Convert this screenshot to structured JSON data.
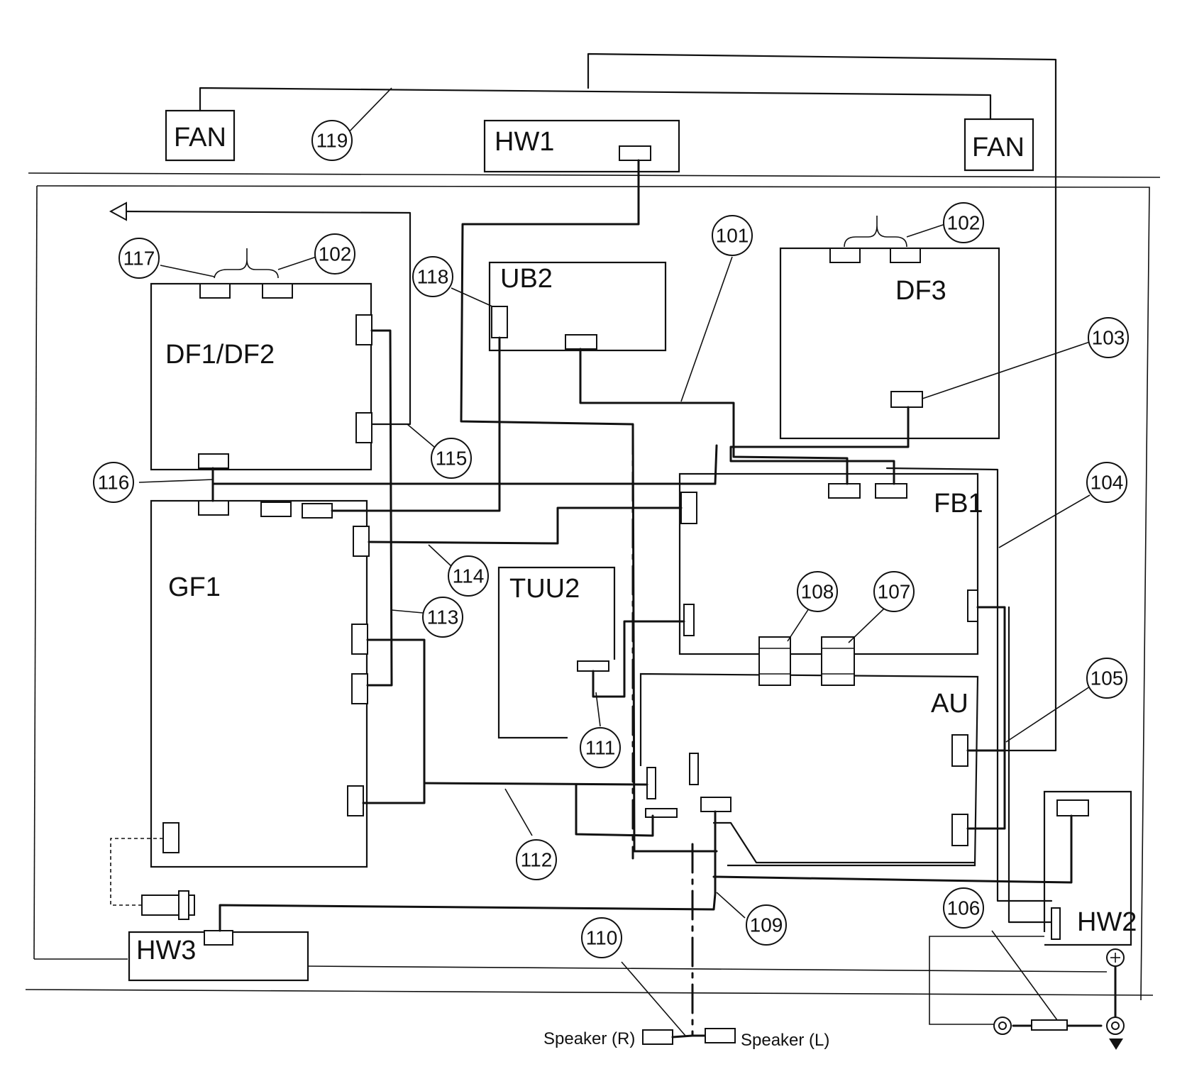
{
  "units": {
    "fan_left": "FAN",
    "fan_right": "FAN",
    "hw1": "HW1",
    "ub2": "UB2",
    "df3": "DF3",
    "df1_df2": "DF1/DF2",
    "fb1": "FB1",
    "gf1": "GF1",
    "tuu2": "TUU2",
    "au": "AU",
    "hw2": "HW2",
    "hw3": "HW3"
  },
  "callouts": {
    "c101": "101",
    "c102a": "102",
    "c102b": "102",
    "c103": "103",
    "c104": "104",
    "c105": "105",
    "c106": "106",
    "c107": "107",
    "c108": "108",
    "c109": "109",
    "c110": "110",
    "c111": "111",
    "c112": "112",
    "c113": "113",
    "c114": "114",
    "c115": "115",
    "c116": "116",
    "c117": "117",
    "c118": "118",
    "c119": "119"
  },
  "speakers": {
    "right": "Speaker (R)",
    "left": "Speaker (L)"
  },
  "icons": {
    "plus_terminal": "plus-circle-icon",
    "ground": "ground-triangle-icon",
    "arrow": "hollow-arrow-left-icon"
  }
}
